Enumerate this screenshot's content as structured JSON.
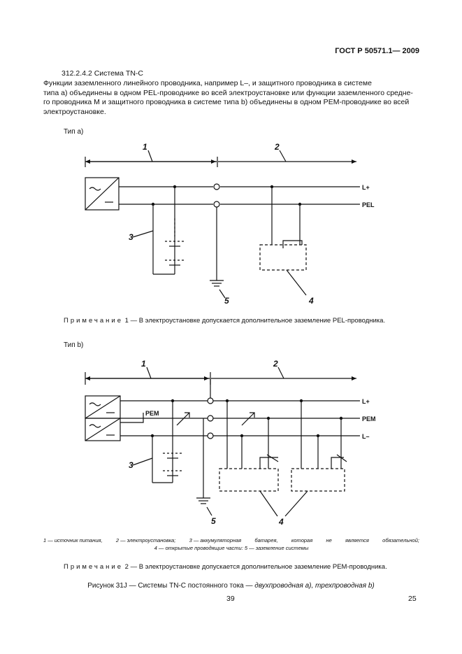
{
  "header": {
    "standard": "ГОСТ Р 50571.1— 2009"
  },
  "section": {
    "number_title": "312.2.4.2 Система TN-C",
    "paragraph_lines": [
      "Функции заземленного линейного проводника, например L–, и защитного проводника в системе",
      "типа а) объединены в одном PEL-проводнике во всей электроустановке или функции заземленного средне-",
      "го проводника М и защитного проводника в системе типа b) объединены в одном PEM-проводнике во всей",
      "электроустановке."
    ]
  },
  "diagram_a": {
    "type_label": "Тип а)",
    "callouts": {
      "c1": "1",
      "c2": "2",
      "c3": "3",
      "c4": "4",
      "c5": "5"
    },
    "conductors": {
      "top": "L+",
      "bottom": "PEL"
    }
  },
  "note1": {
    "lead": "Примечание",
    "text": "1 — В электроустановке допускается дополнительное заземление PEL-проводника."
  },
  "diagram_b": {
    "type_label": "Тип b)",
    "callouts": {
      "c1": "1",
      "c2": "2",
      "c3": "3",
      "c4": "4",
      "c5": "5"
    },
    "conductors": {
      "top": "L+",
      "middle": "PEM",
      "bottom": "L–"
    },
    "source_label": "PEM"
  },
  "legend": {
    "items": [
      "1 — источник питания,",
      "2 — электроустановка;",
      "3 — аккумуляторная",
      "батарея,",
      "которая",
      "не",
      "является",
      "обязательной;"
    ],
    "line2": "4 — открытые проводящие части: 5 — заземление системы"
  },
  "note2": {
    "lead": "Примечание",
    "text": "2 — В электроустановке допускается дополнительное заземление PEM-проводника."
  },
  "caption": {
    "prefix": "Рисунок 31J — Системы  TN-C  постоянного тока —",
    "italic": "двухпроводная а), трехпроводная b)"
  },
  "page_numbers": {
    "left": "39",
    "right": "25"
  }
}
